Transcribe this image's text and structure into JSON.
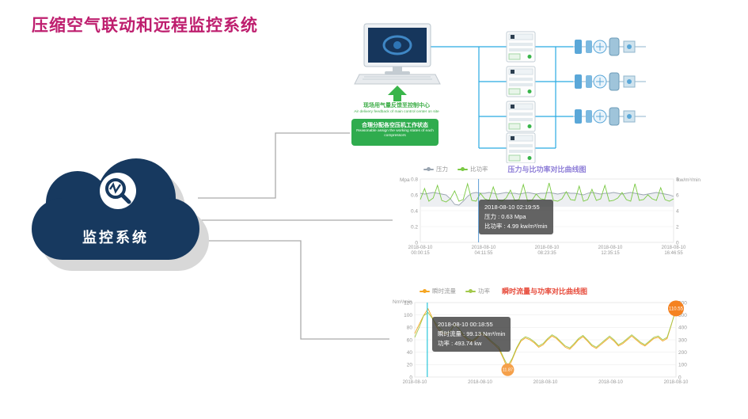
{
  "page": {
    "title": "压缩空气联动和远程监控系统"
  },
  "cloud": {
    "label": "监控系统",
    "color": "#17395f"
  },
  "diagram": {
    "feedback_cn": "现场用气量反馈至控制中心",
    "feedback_en": "Air delivery feedback of main control center on site",
    "assign_cn": "合理分配各空压机工作状态",
    "assign_en": "Reasonable assign the working states of each compressors"
  },
  "chart_data": [
    {
      "type": "line",
      "title": "压力与比功率对比曲线图",
      "title_color": "#8f7fd8",
      "ylabel_left": "Mpa",
      "ylabel_right": "kw/m³/min",
      "ylim_left": [
        0,
        0.8
      ],
      "ylim_right": [
        0,
        8
      ],
      "yticks_left": [
        0,
        0.2,
        0.4,
        0.6,
        0.8
      ],
      "yticks_right": [
        0,
        2,
        4,
        6,
        8
      ],
      "xticks": [
        {
          "d": "2018-08-10",
          "t": "00:00:15"
        },
        {
          "d": "2018-08-10",
          "t": "04:11:55"
        },
        {
          "d": "2018-08-10",
          "t": "08:23:35"
        },
        {
          "d": "2018-08-10",
          "t": "12:35:15"
        },
        {
          "d": "2018-08-10",
          "t": "16:46:55"
        }
      ],
      "grid": true,
      "legend_position": "top-left",
      "series": [
        {
          "name": "压力",
          "color": "#9aa5b1",
          "axis": "left",
          "fill_to": 0.45,
          "fill": "#e9ebef",
          "values": [
            0.62,
            0.61,
            0.62,
            0.63,
            0.62,
            0.61,
            0.6,
            0.55,
            0.48,
            0.47,
            0.52,
            0.58,
            0.62,
            0.63,
            0.62,
            0.62,
            0.63,
            0.62,
            0.61,
            0.62,
            0.63,
            0.62,
            0.62,
            0.61,
            0.62,
            0.63,
            0.62,
            0.61,
            0.62,
            0.62,
            0.63,
            0.62,
            0.61,
            0.62,
            0.63,
            0.62,
            0.62,
            0.61,
            0.6,
            0.62,
            0.63,
            0.62,
            0.61,
            0.62,
            0.62,
            0.63,
            0.62,
            0.61,
            0.62,
            0.63,
            0.62,
            0.61,
            0.6,
            0.61,
            0.62,
            0.63,
            0.62,
            0.61,
            0.6,
            0.58
          ]
        },
        {
          "name": "比功率",
          "color": "#7ac943",
          "axis": "right",
          "values": [
            5.4,
            6.8,
            5.2,
            5.6,
            7.2,
            5.3,
            5.1,
            5.5,
            6.5,
            5.2,
            5.4,
            7.4,
            5.3,
            5.2,
            6.2,
            5.5,
            5.3,
            7.0,
            5.4,
            5.2,
            5.6,
            6.6,
            5.3,
            5.4,
            7.3,
            5.2,
            5.3,
            6.1,
            5.5,
            5.4,
            7.5,
            5.3,
            5.2,
            5.5,
            6.4,
            5.4,
            5.3,
            7.1,
            5.2,
            5.4,
            6.7,
            5.3,
            5.5,
            7.2,
            5.2,
            5.3,
            5.6,
            6.3,
            5.4,
            5.2,
            7.4,
            5.3,
            5.4,
            6.0,
            5.5,
            5.3,
            6.9,
            5.4,
            5.2,
            5.5
          ]
        }
      ],
      "tooltip": {
        "time": "2018-08-10 02:19:55",
        "l1": "压力 : 0.63 Mpa",
        "l2": "比功率 : 4.99 kw/m³/min",
        "x_frac": 0.23,
        "line_color": "#5b9bd5"
      }
    },
    {
      "type": "line",
      "title": "瞬时流量与功率对比曲线图",
      "title_color": "#e74c3c",
      "ylabel_left": "Nm³/min",
      "ylabel_right": "kw",
      "ylim_left": [
        0,
        120
      ],
      "ylim_right": [
        0,
        600
      ],
      "yticks_left": [
        0,
        20,
        40,
        60,
        80,
        100,
        120
      ],
      "yticks_right": [
        0,
        100,
        200,
        300,
        400,
        500,
        600
      ],
      "xticks": [
        "2018-08-10",
        "2018-08-10",
        "2018-08-10",
        "2018-08-10",
        "2018-08-10"
      ],
      "grid": true,
      "legend_position": "top-left",
      "series": [
        {
          "name": "瞬时流量",
          "color": "#f5a623",
          "axis": "left",
          "values": [
            70,
            85,
            99.13,
            110,
            95,
            80,
            72,
            68,
            74,
            85,
            78,
            66,
            60,
            57,
            62,
            70,
            65,
            58,
            52,
            45,
            30,
            11.87,
            28,
            45,
            58,
            63,
            60,
            55,
            48,
            52,
            60,
            66,
            62,
            55,
            48,
            45,
            52,
            60,
            65,
            58,
            50,
            46,
            52,
            58,
            64,
            58,
            50,
            54,
            60,
            66,
            60,
            54,
            50,
            56,
            62,
            64,
            58,
            62,
            85,
            110.55
          ]
        },
        {
          "name": "功率",
          "color": "#a3c94c",
          "axis": "right",
          "values": [
            320,
            400,
            493.74,
            520,
            470,
            420,
            380,
            350,
            370,
            420,
            390,
            340,
            310,
            295,
            320,
            360,
            335,
            300,
            270,
            240,
            160,
            90,
            150,
            235,
            300,
            325,
            310,
            285,
            250,
            270,
            310,
            340,
            320,
            285,
            250,
            235,
            270,
            310,
            335,
            300,
            260,
            240,
            270,
            300,
            330,
            300,
            260,
            280,
            310,
            340,
            310,
            280,
            260,
            290,
            320,
            330,
            300,
            320,
            430,
            540
          ]
        }
      ],
      "tooltip": {
        "time": "2018-08-10 00:18:55",
        "l1": "瞬时流量 : 99.13 Nm³/min",
        "l2": "功率 : 493.74 kw",
        "x_frac": 0.048,
        "line_color": "#00bcd4"
      },
      "marker": {
        "label": "11.87",
        "index": 21,
        "series": 0
      },
      "badge": "110.55"
    }
  ]
}
